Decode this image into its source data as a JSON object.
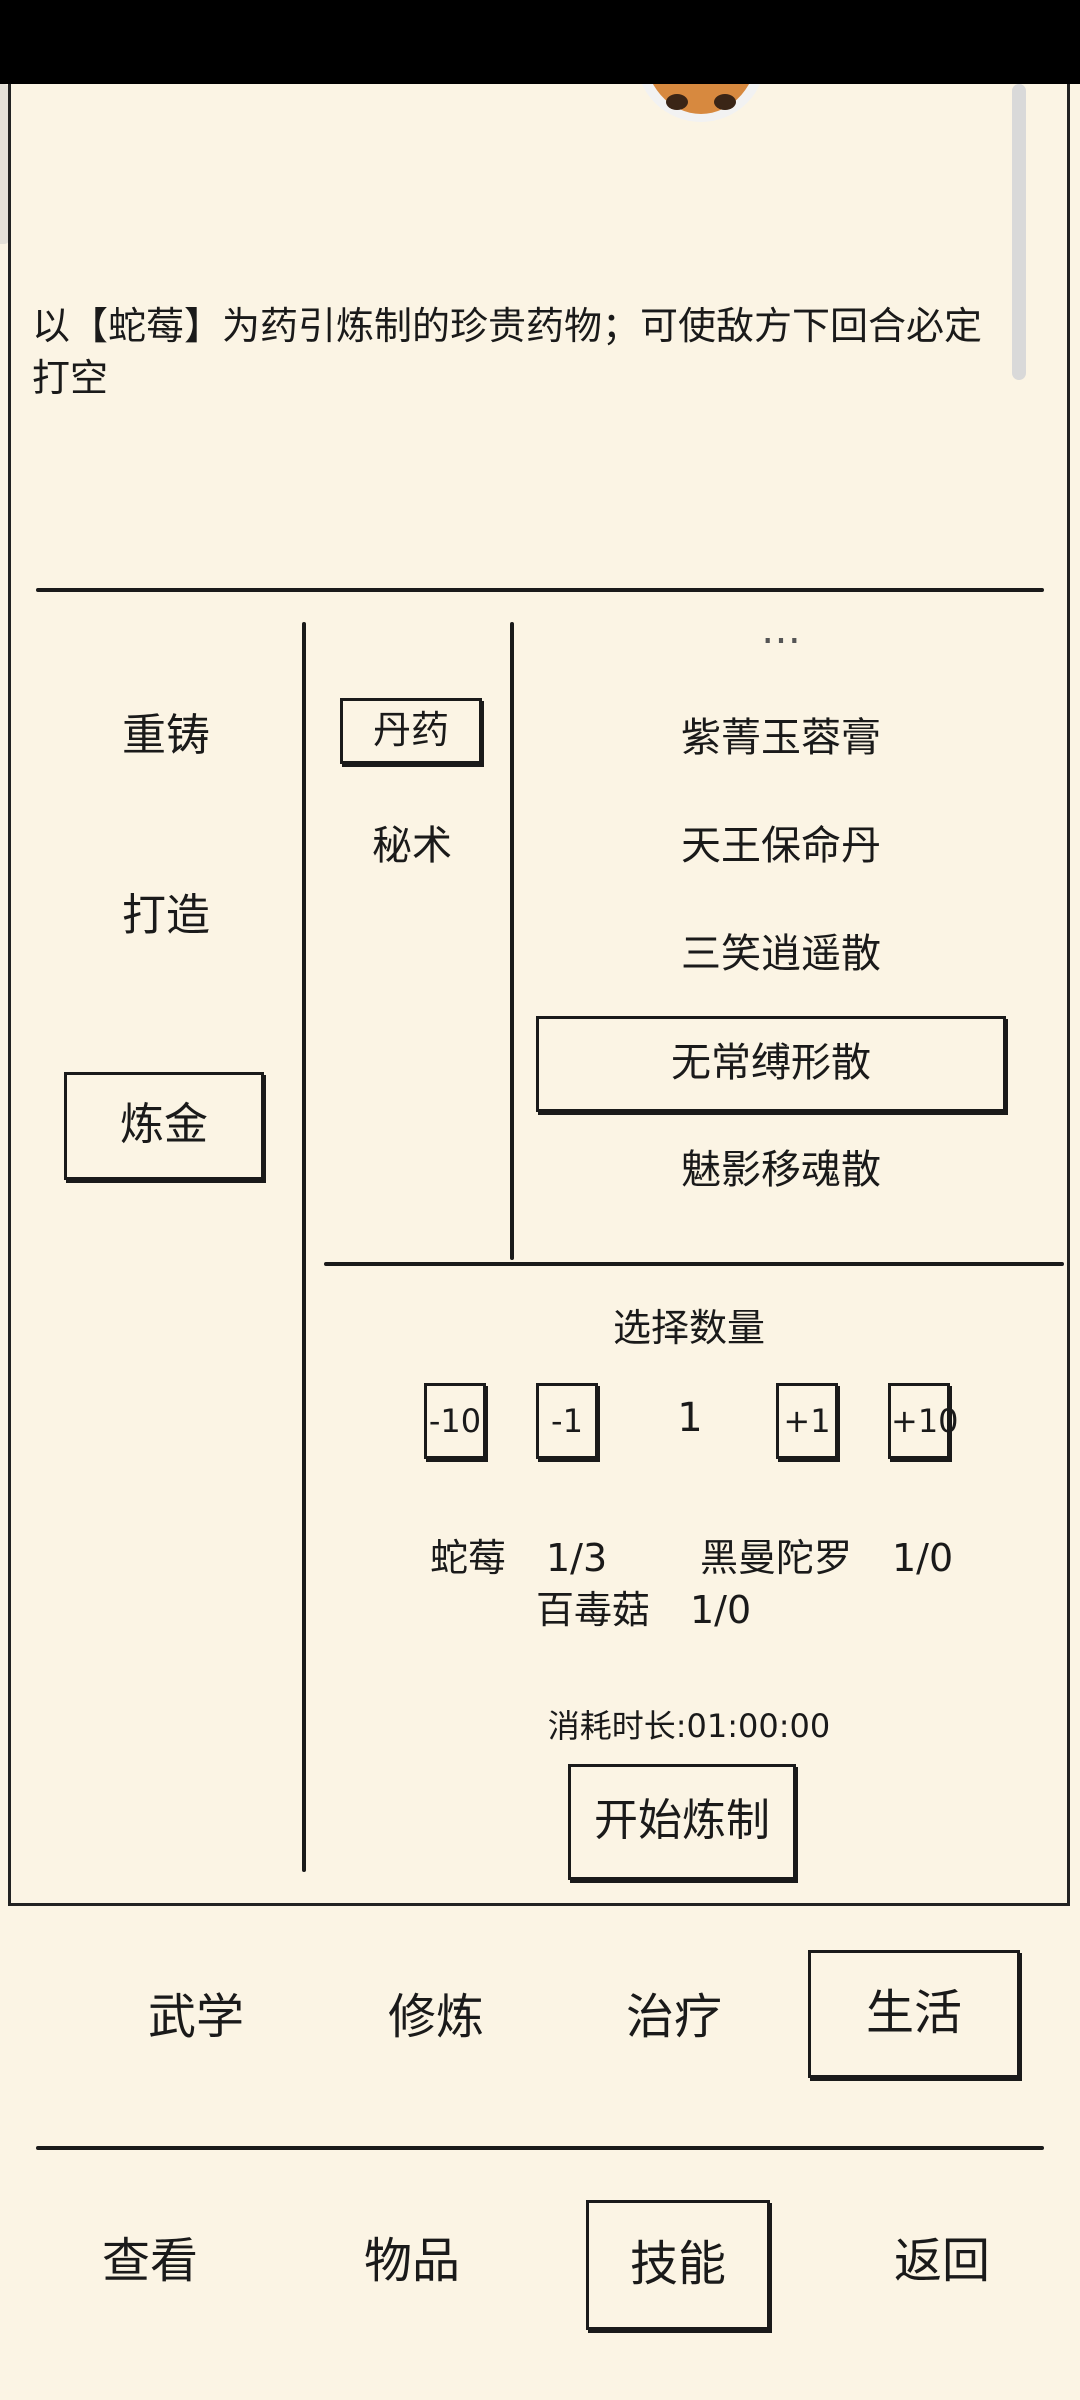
{
  "description": "以【蛇莓】为药引炼制的珍贵药物；可使敌方下回合必定打空",
  "craft_modes": [
    {
      "label": "重铸",
      "selected": false
    },
    {
      "label": "打造",
      "selected": false
    },
    {
      "label": "炼金",
      "selected": true
    }
  ],
  "categories": [
    {
      "label": "丹药",
      "selected": true
    },
    {
      "label": "秘术",
      "selected": false
    }
  ],
  "recipes": [
    {
      "label": "紫菁玉蓉膏",
      "selected": false
    },
    {
      "label": "天王保命丹",
      "selected": false
    },
    {
      "label": "三笑逍遥散",
      "selected": false
    },
    {
      "label": "无常缚形散",
      "selected": true
    },
    {
      "label": "魅影移魂散",
      "selected": false
    }
  ],
  "quantity": {
    "title": "选择数量",
    "value": "1",
    "minus10": "-10",
    "minus1": "-1",
    "plus1": "+1",
    "plus10": "+10"
  },
  "materials": [
    {
      "name": "蛇莓",
      "count": "1/3"
    },
    {
      "name": "黑曼陀罗",
      "count": "1/0"
    },
    {
      "name": "百毒菇",
      "count": "1/0"
    }
  ],
  "duration_text": "消耗时长:01:00:00",
  "start_button": "开始炼制",
  "skill_tabs": [
    {
      "label": "武学",
      "selected": false
    },
    {
      "label": "修炼",
      "selected": false
    },
    {
      "label": "治疗",
      "selected": false
    },
    {
      "label": "生活",
      "selected": true
    }
  ],
  "bottom_nav": [
    {
      "label": "查看",
      "selected": false
    },
    {
      "label": "物品",
      "selected": false
    },
    {
      "label": "技能",
      "selected": true
    },
    {
      "label": "返回",
      "selected": false
    }
  ],
  "colors": {
    "background": "#fbf4e4",
    "ink": "#1a1a1a",
    "status_bar": "#000000"
  }
}
